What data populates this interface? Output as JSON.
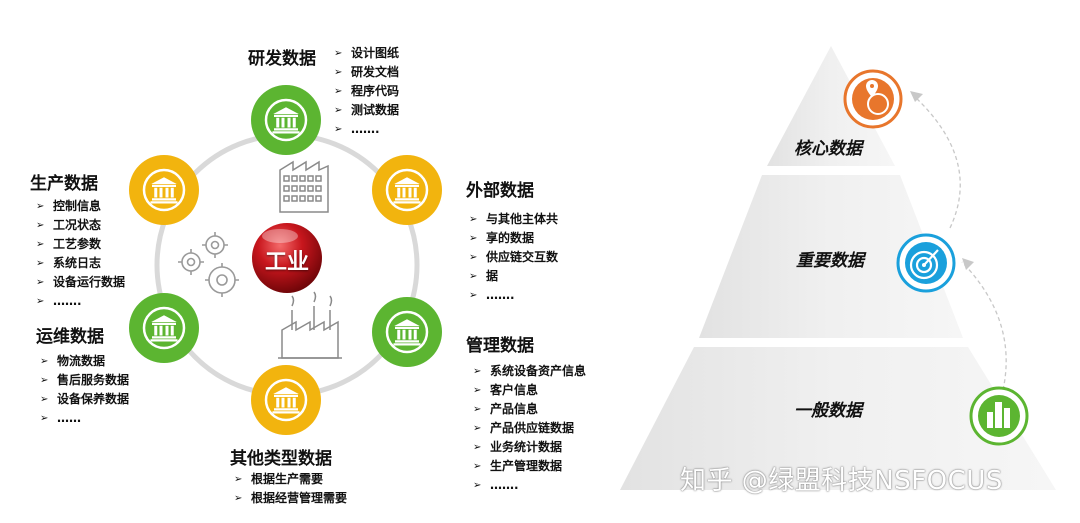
{
  "center": {
    "label": "工业"
  },
  "categories": [
    {
      "key": "rd",
      "title": "研发数据",
      "items": [
        "设计图纸",
        "研发文档",
        "程序代码",
        "测试数据",
        "……."
      ]
    },
    {
      "key": "production",
      "title": "生产数据",
      "items": [
        "控制信息",
        "工况状态",
        "工艺参数",
        "系统日志",
        "设备运行数据",
        "……."
      ]
    },
    {
      "key": "external",
      "title": "外部数据",
      "items": [
        "与其他主体共",
        "享的数据",
        "供应链交互数",
        "据",
        "……."
      ]
    },
    {
      "key": "ops",
      "title": "运维数据",
      "items": [
        "物流数据",
        "售后服务数据",
        "设备保养数据",
        "……"
      ]
    },
    {
      "key": "management",
      "title": "管理数据",
      "items": [
        "系统设备资产信息",
        "客户信息",
        "产品信息",
        "产品供应链数据",
        "业务统计数据",
        "生产管理数据",
        "……."
      ]
    },
    {
      "key": "other",
      "title": "其他类型数据",
      "items": [
        "根据生产需要",
        "根据经营管理需要"
      ]
    }
  ],
  "pyramid": {
    "tiers": [
      {
        "label": "核心数据",
        "icon": "globe-pin-icon",
        "color": "#E8762C"
      },
      {
        "label": "重要数据",
        "icon": "target-icon",
        "color": "#1AA0DC"
      },
      {
        "label": "一般数据",
        "icon": "buildings-icon",
        "color": "#5CB531"
      }
    ]
  },
  "watermark": "知乎 @绿盟科技NSFOCUS",
  "colors": {
    "green": "#5CB531",
    "yellow": "#F2B40E",
    "red": "#C8161D",
    "ring": "#D9D9D9",
    "pyramid": "#EDEDED"
  }
}
